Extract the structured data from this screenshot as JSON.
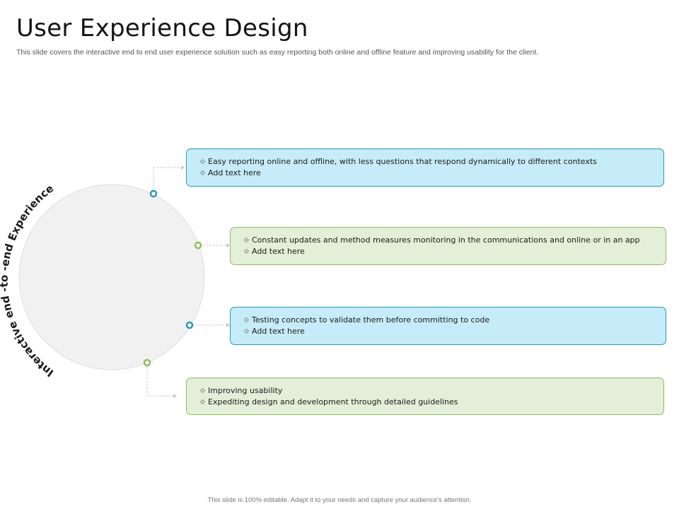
{
  "slide": {
    "title": "User Experience Design",
    "subtitle": "This slide covers the interactive end to end user experience solution such as easy reporting both online and offline feature and improving usability for the client.",
    "footer": "This slide is 100% editable. Adapt it to your needs and capture your audience's attention."
  },
  "diagram": {
    "circle_label": "Interactive end -to -end Experience",
    "colors": {
      "blue": "#2b98b1",
      "green": "#8fbd5a",
      "blue_fill": "#c5ecf8",
      "green_fill": "#e3efd8",
      "circle_fill": "#f1f1f1"
    },
    "cards": [
      {
        "style": "blue",
        "items": [
          "Easy reporting online and offline, with less questions that respond dynamically  to different contexts",
          "Add text here"
        ]
      },
      {
        "style": "green",
        "items": [
          "Constant  updates and method measures monitoring  in the communications  and online or in an app",
          "Add text here"
        ]
      },
      {
        "style": "blue",
        "items": [
          "Testing concepts  to validate them before committing  to code",
          "Add text here"
        ]
      },
      {
        "style": "green",
        "items": [
          "Improving usability",
          "Expediting design and development through detailed guidelines"
        ]
      }
    ]
  }
}
